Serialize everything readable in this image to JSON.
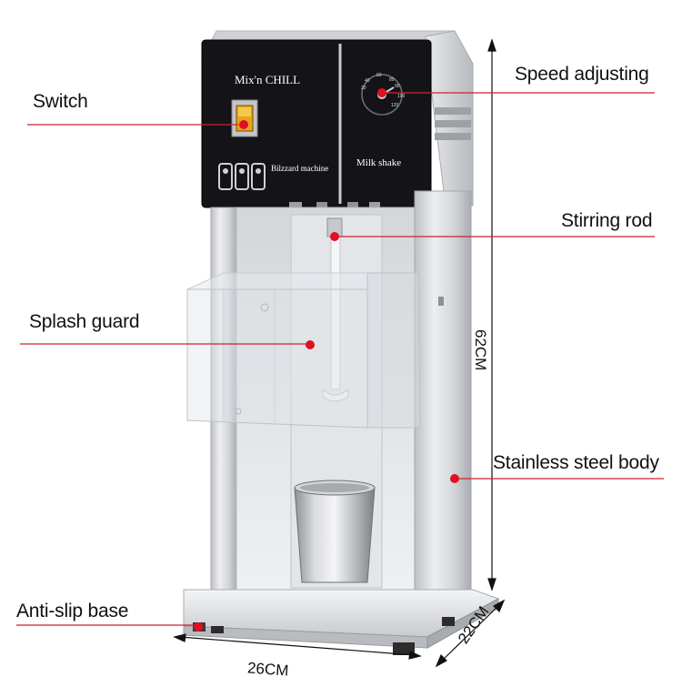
{
  "machine": {
    "brand": "Mix'n  CHILL",
    "subtitle": "Bilzzard machine",
    "mode": "Milk shake",
    "dial_ticks": [
      "60",
      "80",
      "90",
      "40",
      "100",
      "20",
      "120"
    ]
  },
  "callouts": {
    "switch": "Switch",
    "speed": "Speed adjusting",
    "stirring_rod": "Stirring rod",
    "splash_guard": "Splash guard",
    "body": "Stainless steel body",
    "base": "Anti-slip base"
  },
  "dimensions": {
    "height": "62CM",
    "width": "26CM",
    "depth": "22CM"
  },
  "colors": {
    "callout_line": "#d0202a",
    "callout_dot": "#e01020",
    "panel": "#141418",
    "steel": "#dcdde0"
  }
}
